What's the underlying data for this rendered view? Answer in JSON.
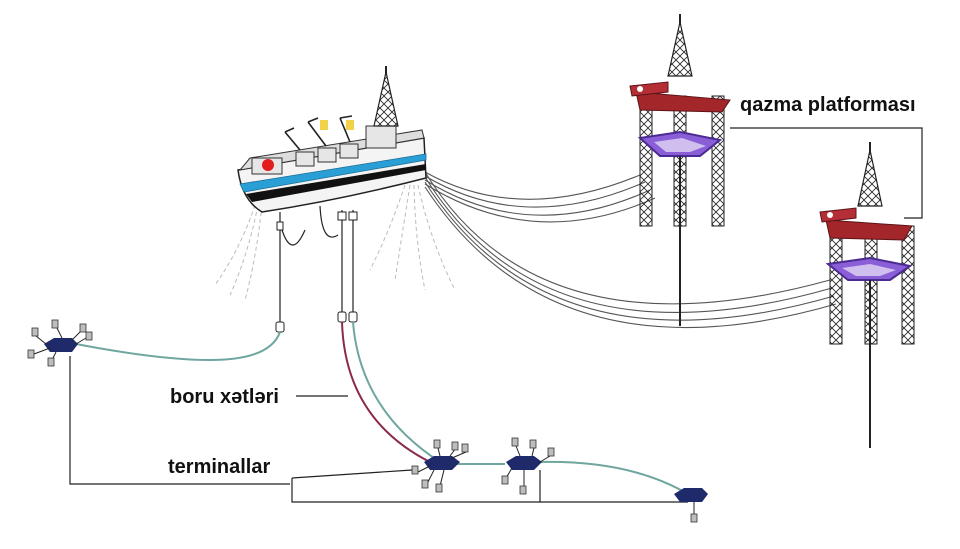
{
  "labels": {
    "platforms": "qazma platforması",
    "pipelines": "boru xətləri",
    "terminals": "terminallar"
  },
  "colors": {
    "hull": "#f2f2f2",
    "stripe": "#2a9fd6",
    "deck_red": "#c0262b",
    "platform_red": "#a3262b",
    "platform_purple": "#8a5ed6",
    "manifold": "#1f2a6b",
    "pipe_teal": "#6fa6a0",
    "pipe_maroon": "#8a2a4a",
    "line": "#333333"
  },
  "icons": [
    "fpso-ship-icon",
    "drilling-platform-icon",
    "subsea-manifold-icon"
  ]
}
